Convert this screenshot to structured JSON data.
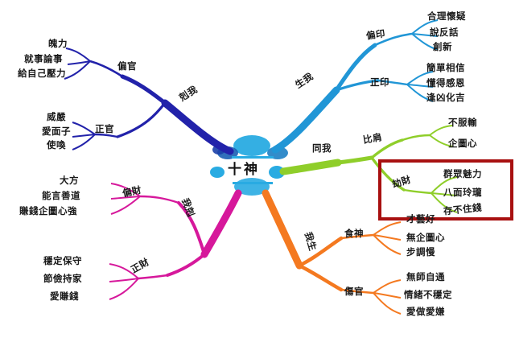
{
  "map": {
    "center": {
      "label": "十神"
    },
    "colors": {
      "branch_keme": "#2222aa",
      "branch_shengwo": "#2196d6",
      "branch_tongwo": "#8fce2a",
      "branch_wosheng": "#f47920",
      "branch_woke": "#d6189b",
      "highlight_box": "#a81010",
      "text": "#1a1a1a"
    },
    "branches": [
      {
        "id": "keme",
        "label": "剋我",
        "color": "#2222aa",
        "children": [
          {
            "label": "偏官",
            "leaves": [
              "魄力",
              "就事論事",
              "給自己壓力"
            ]
          },
          {
            "label": "正官",
            "leaves": [
              "威嚴",
              "愛面子",
              "使喚"
            ]
          }
        ]
      },
      {
        "id": "shengwo",
        "label": "生我",
        "color": "#2196d6",
        "children": [
          {
            "label": "偏印",
            "leaves": [
              "合理懷疑",
              "說反話",
              "創新"
            ]
          },
          {
            "label": "正印",
            "leaves": [
              "簡單相信",
              "懂得感恩",
              "逢凶化吉"
            ]
          }
        ]
      },
      {
        "id": "tongwo",
        "label": "同我",
        "color": "#8fce2a",
        "children": [
          {
            "label": "比肩",
            "leaves": [
              "不服輸",
              "企圖心"
            ]
          },
          {
            "label": "劫財",
            "leaves": [
              "群眾魅力",
              "八面玲瓏",
              "存不住錢"
            ]
          }
        ]
      },
      {
        "id": "wosheng",
        "label": "我生",
        "color": "#f47920",
        "children": [
          {
            "label": "食神",
            "leaves": [
              "才藝好",
              "無企圖心",
              "步調慢"
            ]
          },
          {
            "label": "傷官",
            "leaves": [
              "無師自通",
              "情緒不穩定",
              "愛做愛嫌"
            ]
          }
        ]
      },
      {
        "id": "woke",
        "label": "我剋",
        "color": "#d6189b",
        "children": [
          {
            "label": "偏財",
            "leaves": [
              "大方",
              "能言善道",
              "賺錢企圖心強"
            ]
          },
          {
            "label": "正財",
            "leaves": [
              "穩定保守",
              "節儉持家",
              "愛賺錢"
            ]
          }
        ]
      }
    ],
    "highlight": {
      "name": "劫財 區塊標示框"
    }
  },
  "labels": {
    "center": "十神",
    "b0": "剋我",
    "b0c0": "偏官",
    "b0c1": "正官",
    "b0c0l0": "魄力",
    "b0c0l1": "就事論事",
    "b0c0l2": "給自己壓力",
    "b0c1l0": "威嚴",
    "b0c1l1": "愛面子",
    "b0c1l2": "使喚",
    "b1": "生我",
    "b1c0": "偏印",
    "b1c1": "正印",
    "b1c0l0": "合理懷疑",
    "b1c0l1": "說反話",
    "b1c0l2": "創新",
    "b1c1l0": "簡單相信",
    "b1c1l1": "懂得感恩",
    "b1c1l2": "逢凶化吉",
    "b2": "同我",
    "b2c0": "比肩",
    "b2c1": "劫財",
    "b2c0l0": "不服輸",
    "b2c0l1": "企圖心",
    "b2c1l0": "群眾魅力",
    "b2c1l1": "八面玲瓏",
    "b2c1l2": "存不住錢",
    "b3": "我生",
    "b3c0": "食神",
    "b3c1": "傷官",
    "b3c0l0": "才藝好",
    "b3c0l1": "無企圖心",
    "b3c0l2": "步調慢",
    "b3c1l0": "無師自通",
    "b3c1l1": "情緒不穩定",
    "b3c1l2": "愛做愛嫌",
    "b4": "我剋",
    "b4c0": "偏財",
    "b4c1": "正財",
    "b4c0l0": "大方",
    "b4c0l1": "能言善道",
    "b4c0l2": "賺錢企圖心強",
    "b4c1l0": "穩定保守",
    "b4c1l1": "節儉持家",
    "b4c1l2": "愛賺錢"
  }
}
